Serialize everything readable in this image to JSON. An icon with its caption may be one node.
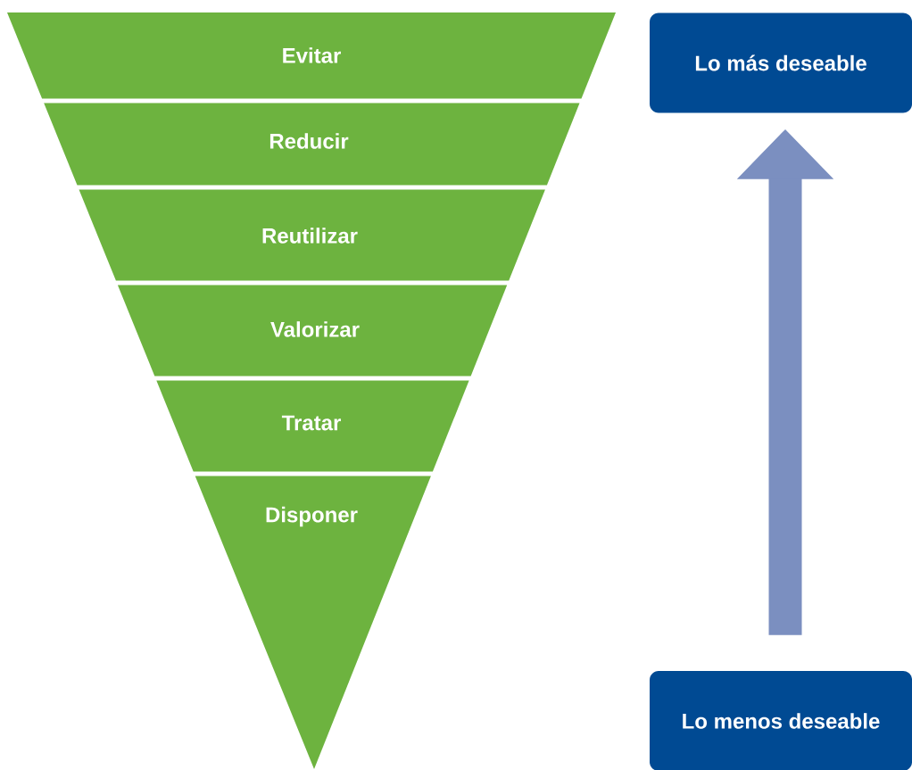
{
  "diagram": {
    "nodes": [
      {
        "text": [
          "Evitar"
        ]
      },
      {
        "text": [
          "Reducir"
        ]
      },
      {
        "text": [
          "Reutilizar"
        ]
      },
      {
        "text": [
          "Valorizar"
        ]
      },
      {
        "text": [
          "Tratar"
        ]
      },
      {
        "text": [
          "Disponer"
        ]
      },
      {
        "text": [
          "Lo más deseable"
        ]
      },
      {
        "text": [
          "Lo menos deseable"
        ]
      }
    ],
    "edges": [
      {
        "from": 7,
        "to": 6,
        "arrow": "to"
      }
    ]
  }
}
